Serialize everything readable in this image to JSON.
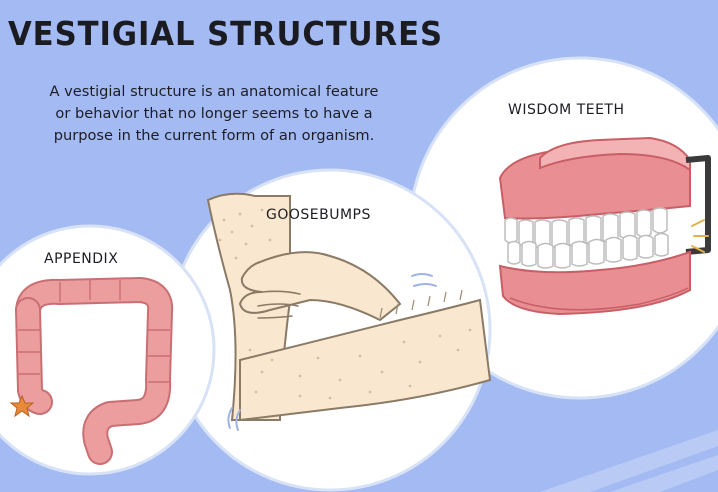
{
  "title": "VESTIGIAL STRUCTURES",
  "description": [
    "A vestigial structure is an anatomical feature",
    "or behavior that no longer seems to have a",
    "purpose in the current form of an organism."
  ],
  "panels": {
    "wisdom_teeth": {
      "label": "WISDOM TEETH"
    },
    "goosebumps": {
      "label": "GOOSEBUMPS"
    },
    "appendix": {
      "label": "APPENDIX"
    }
  },
  "colors": {
    "background": "#a4baf2",
    "circle": "#ffffff",
    "circle_border": "#d8e2f7",
    "gum": "#e98f94",
    "skin": "#f9e8cf",
    "intestine": "#ec9e9e",
    "appendix_star": "#e88a3a",
    "text": "#1d1d24"
  },
  "icons": {
    "wisdom_teeth": "denture-illustration",
    "goosebumps": "crossed-arms-illustration",
    "appendix": "intestine-illustration"
  }
}
